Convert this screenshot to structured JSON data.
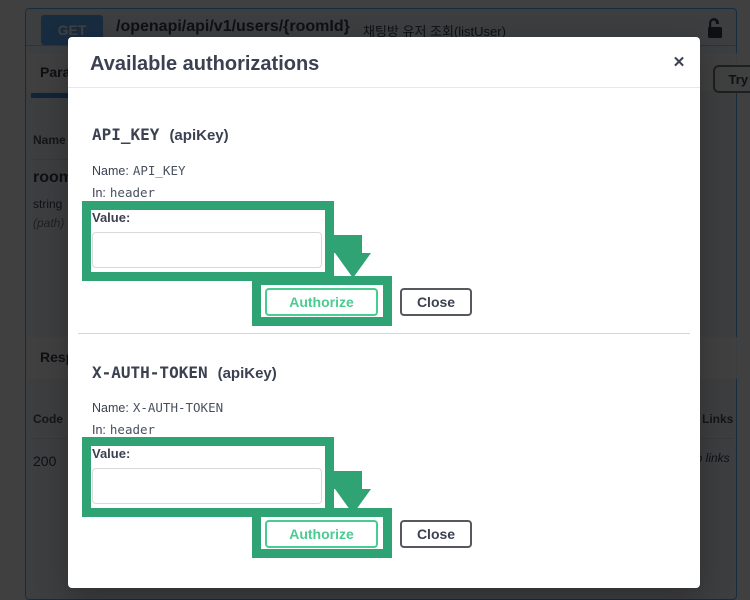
{
  "colors": {
    "blue": "#61affe",
    "authgreen": "#49cc90",
    "green": "#2fa374",
    "ink": "#3b4151"
  },
  "background": {
    "method": "GET",
    "path": "/openapi/api/v1/users/{roomId}",
    "description": "채팅방 유저 조회(listUser)",
    "lock_icon": "unlock-icon",
    "parameters_title": "Parameters",
    "try_it_out": "Try it out",
    "name_column": "Name",
    "param_name": "roomId",
    "param_type": "string",
    "param_in": "(path)",
    "responses_title": "Responses",
    "code_column": "Code",
    "links_column": "Links",
    "response_code": "200",
    "no_links": "No links"
  },
  "modal": {
    "title": "Available authorizations",
    "close_icon": "✕",
    "sections": [
      {
        "scheme_name": "API_KEY",
        "scheme_type": "(apiKey)",
        "name_label": "Name:",
        "name_value": "API_KEY",
        "in_label": "In:",
        "in_value": "header",
        "value_label": "Value:",
        "input_value": "",
        "authorize_label": "Authorize",
        "close_label": "Close"
      },
      {
        "scheme_name": "X-AUTH-TOKEN",
        "scheme_type": "(apiKey)",
        "name_label": "Name:",
        "name_value": "X-AUTH-TOKEN",
        "in_label": "In:",
        "in_value": "header",
        "value_label": "Value:",
        "input_value": "",
        "authorize_label": "Authorize",
        "close_label": "Close"
      }
    ]
  }
}
